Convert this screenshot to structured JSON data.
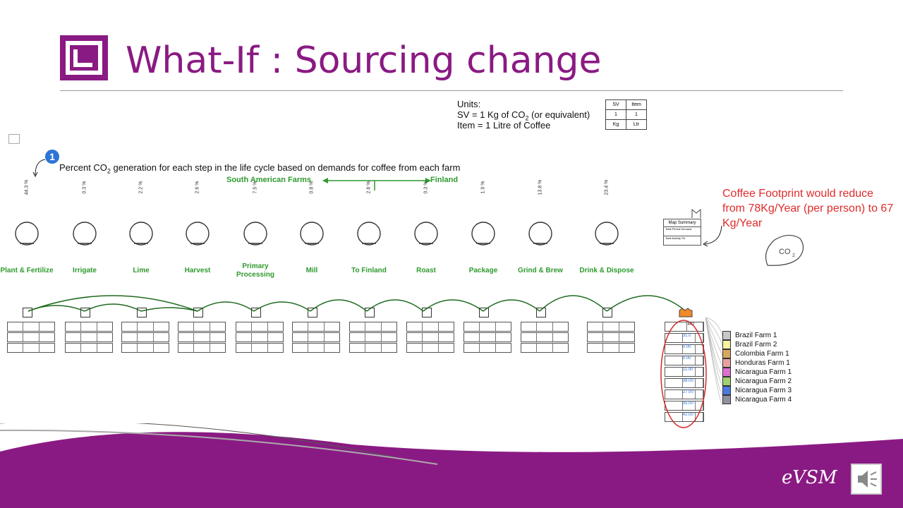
{
  "slide": {
    "title": "What-If : Sourcing change",
    "accent_color": "#8a1a83",
    "logo_icon": "evsm-logo-icon"
  },
  "units": {
    "heading": "Units:",
    "sv_line_prefix": "SV = 1 Kg of CO",
    "sv_line_sub": "2",
    "sv_line_suffix": " (or equivalent)",
    "item_line": "Item = 1 Litre of Coffee",
    "table": [
      [
        "SV",
        "Item"
      ],
      [
        "1",
        "1"
      ],
      [
        "Kg",
        "Ltr"
      ]
    ]
  },
  "note": {
    "badge": "1",
    "text_prefix": "Percent CO",
    "text_sub": "2",
    "text_suffix": " generation for each step in the life cycle based on demands for coffee from each farm",
    "south_american": "South American Farms",
    "finland": "Finland"
  },
  "red_note": "Coffee Footprint would reduce from 78Kg/Year (per person) to 67 Kg/Year",
  "steps": [
    {
      "label": "Plant & Fertilize",
      "percent": "44.3 %"
    },
    {
      "label": "Irrigate",
      "percent": "0.3 %"
    },
    {
      "label": "Lime",
      "percent": "2.2 %"
    },
    {
      "label": "Harvest",
      "percent": "2.6 %"
    },
    {
      "label": "Primary Processing",
      "percent": "7.5 %"
    },
    {
      "label": "Mill",
      "percent": "0.8 %"
    },
    {
      "label": "To Finland",
      "percent": "2.8 %"
    },
    {
      "label": "Roast",
      "percent": "0.3 %"
    },
    {
      "label": "Package",
      "percent": "1.9 %"
    },
    {
      "label": "Grind & Brew",
      "percent": "13.8 %"
    },
    {
      "label": "Drink & Dispose",
      "percent": "23.4 %"
    }
  ],
  "map_summary": {
    "title": "Map Summary",
    "row1": "Total Period Demand",
    "row2": "Total Activity SV"
  },
  "demand_values": [
    "31.0",
    "0.00",
    "0.00",
    "11.00",
    "38.00",
    "27.00",
    "35.00",
    "42.00"
  ],
  "demand_total": "442",
  "legend": [
    {
      "name": "Brazil Farm 1",
      "color": "#c8c8c8"
    },
    {
      "name": "Brazil Farm 2",
      "color": "#f5f5a0"
    },
    {
      "name": "Colombia Farm 1",
      "color": "#d8a860"
    },
    {
      "name": "Honduras Farm 1",
      "color": "#e8a0a0"
    },
    {
      "name": "Nicaragua Farm 1",
      "color": "#e070d0"
    },
    {
      "name": "Nicaragua Farm 2",
      "color": "#a0d070"
    },
    {
      "name": "Nicaragua Farm 3",
      "color": "#4a7ae0"
    },
    {
      "name": "Nicaragua Farm 4",
      "color": "#9090a0"
    }
  ],
  "footer": {
    "brand": "eVSM",
    "speaker_icon": "speaker-icon",
    "band_color": "#8a1a83"
  }
}
